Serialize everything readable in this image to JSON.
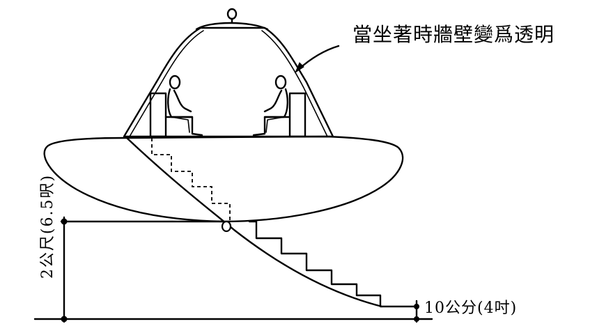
{
  "labels": {
    "callout_text": "當坐著時牆壁變爲透明",
    "height_dimension": "2公尺(6.5呎)",
    "bottom_dimension": "10公分(4吋)"
  },
  "figures": {
    "people": [
      "seated-person-left",
      "seated-person-right"
    ]
  }
}
